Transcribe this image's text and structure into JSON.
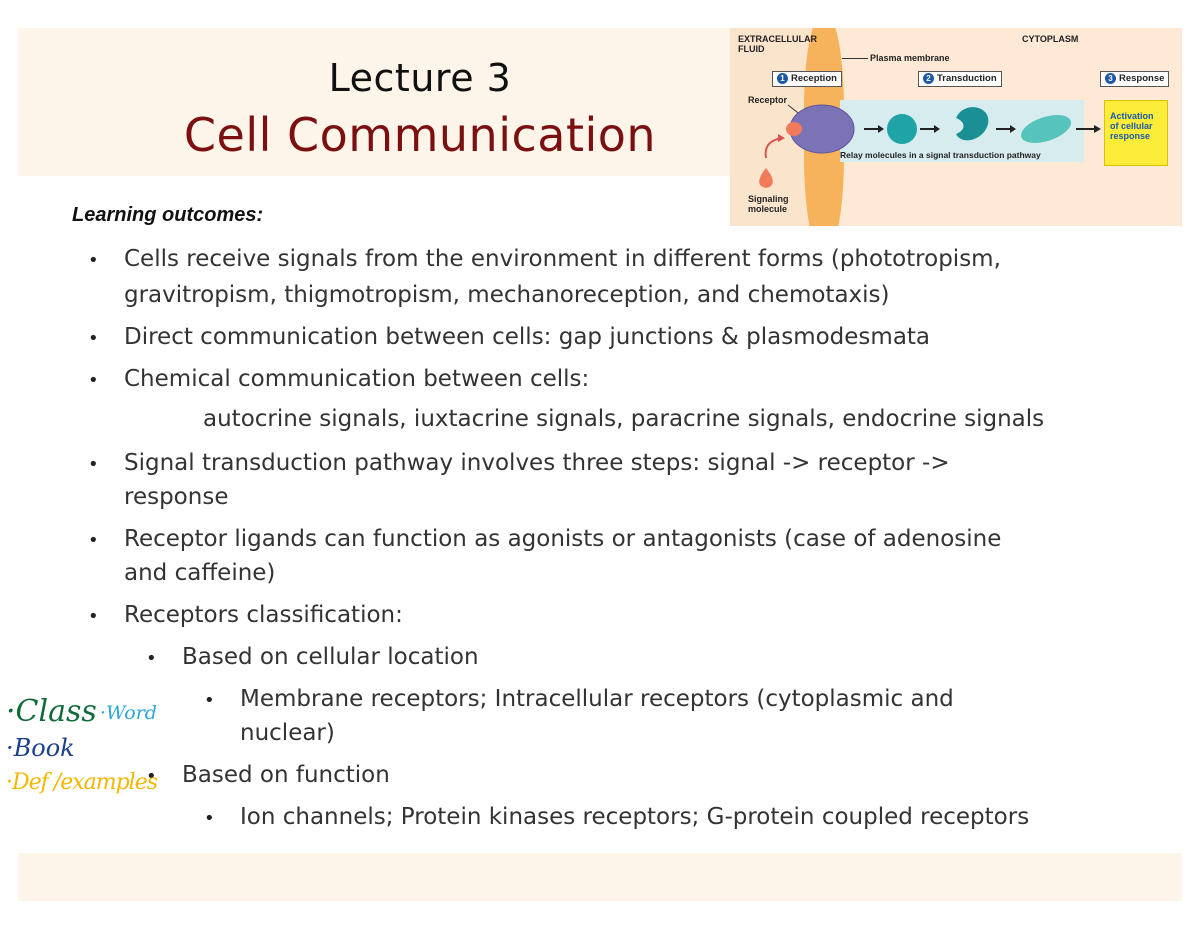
{
  "title": {
    "line1": "Lecture 3",
    "line2": "Cell Communication"
  },
  "diagram": {
    "extracellular": [
      "EXTRACELLULAR",
      "FLUID"
    ],
    "cytoplasm": "CYTOPLASM",
    "plasma_membrane": "Plasma membrane",
    "steps": [
      {
        "num": "1",
        "label": "Reception"
      },
      {
        "num": "2",
        "label": "Transduction"
      },
      {
        "num": "3",
        "label": "Response"
      }
    ],
    "receptor": "Receptor",
    "relay": "Relay molecules in a signal transduction pathway",
    "activation": [
      "Activation",
      "of cellular",
      "response"
    ],
    "signaling": [
      "Signaling",
      "molecule"
    ],
    "colors": {
      "receptor": "#7b73b5",
      "relay": "#1fa3a6",
      "signal": "#ef7b5a",
      "membrane": "#f6b35c",
      "step_number": "#1c5aa6"
    }
  },
  "outcomes_heading": "Learning outcomes:",
  "outcomes": {
    "b1_l1": "Cells receive signals from the environment in different forms (phototropism,",
    "b1_l2": "gravitropism, thigmotropism, mechanoreception, and chemotaxis)",
    "b2": "Direct communication between cells: gap junctions & plasmodesmata",
    "b3": "Chemical communication between cells:",
    "b3_sub": "autocrine signals, iuxtacrine signals, paracrine signals, endocrine signals",
    "b4_l1": "Signal transduction pathway involves three steps: signal -> receptor ->",
    "b4_l2": "response",
    "b5_l1": "Receptor ligands can function as agonists or antagonists (case of adenosine",
    "b5_l2": "and caffeine)",
    "b6": "Receptors classification:",
    "b6_1": "Based on cellular location",
    "b6_1_1_l1": "Membrane receptors; Intracellular receptors (cytoplasmic and",
    "b6_1_1_l2": "nuclear)",
    "b6_2": "Based on function",
    "b6_2_1": "Ion channels; Protein kinases receptors; G-protein coupled receptors"
  },
  "bullet_char": "•",
  "annotations": {
    "class": "·Class",
    "word": "·Word",
    "book": "·Book",
    "def": "·Def /examples",
    "colors": {
      "class": "#0f6b3a",
      "word": "#2aa6dc",
      "book": "#1b3f8f",
      "def": "#f2b700"
    }
  }
}
